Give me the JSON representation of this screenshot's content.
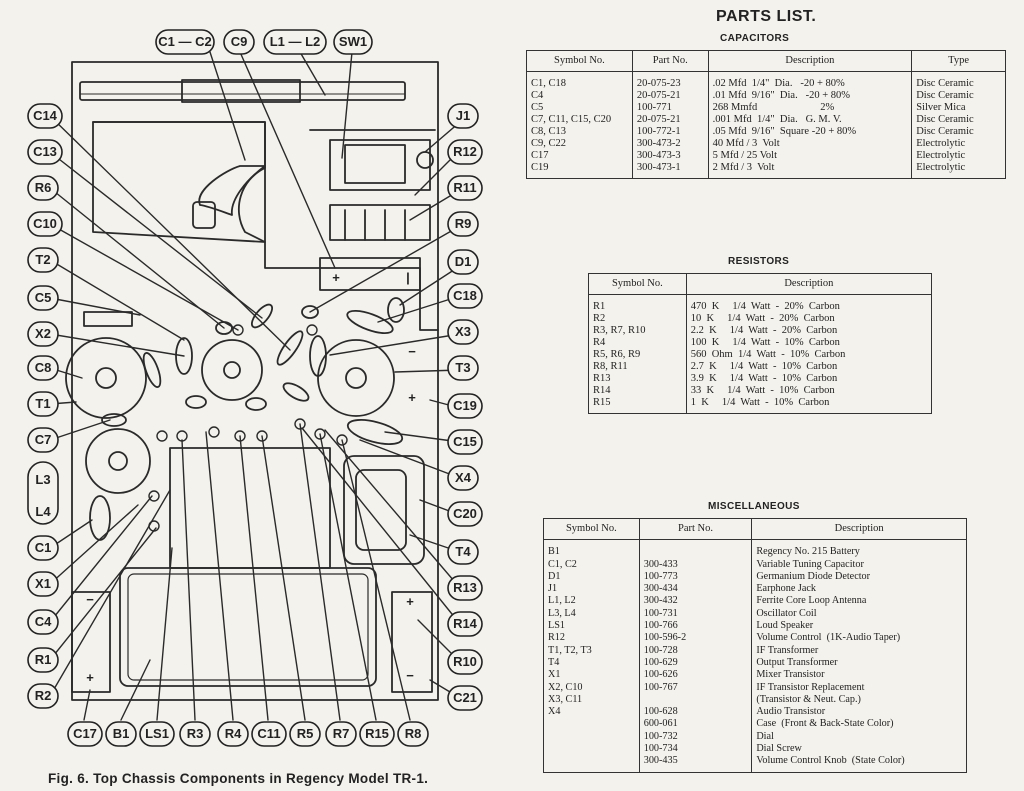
{
  "figure": {
    "caption": "Fig. 6. Top Chassis Components in Regency Model TR-1.",
    "callouts": {
      "c1c2": "C1 — C2",
      "c9": "C9",
      "l1l2": "L1 — L2",
      "sw1": "SW1",
      "j1": "J1",
      "r12": "R12",
      "r11": "R11",
      "r9": "R9",
      "d1": "D1",
      "c18": "C18",
      "x3": "X3",
      "t3": "T3",
      "c19": "C19",
      "c15": "C15",
      "x4": "X4",
      "c20": "C20",
      "t4": "T4",
      "r13": "R13",
      "r14": "R14",
      "r10": "R10",
      "c21": "C21",
      "c14": "C14",
      "c13": "C13",
      "r6": "R6",
      "c10": "C10",
      "t2": "T2",
      "c5": "C5",
      "x2": "X2",
      "c8": "C8",
      "t1": "T1",
      "c7": "C7",
      "l3": "L3",
      "l4": "L4",
      "c1": "C1",
      "x1": "X1",
      "c4": "C4",
      "r1": "R1",
      "r2": "R2",
      "c17": "C17",
      "b1": "B1",
      "ls1": "LS1",
      "r3": "R3",
      "r4": "R4",
      "c11": "C11",
      "r5": "R5",
      "r7": "R7",
      "r15": "R15",
      "r8": "R8"
    },
    "polarity_plus": "+",
    "polarity_minus": "−",
    "polarity_bar": "|"
  },
  "parts_list": {
    "title": "PARTS LIST.",
    "capacitors": {
      "title": "CAPACITORS",
      "headers": [
        "Symbol No.",
        "Part No.",
        "Description",
        "Type"
      ],
      "rows": [
        [
          "C1, C18",
          "20-075-23",
          ".02 Mfd  1/4\"  Dia.   -20 + 80%",
          "Disc Ceramic"
        ],
        [
          "C4",
          "20-075-21",
          ".01 Mfd  9/16\"  Dia.   -20 + 80%",
          "Disc Ceramic"
        ],
        [
          "C5",
          "100-771",
          "268 Mmfd                        2%",
          "Silver Mica"
        ],
        [
          "C7, C11, C15, C20",
          "20-075-21",
          ".001 Mfd  1/4\"  Dia.   G. M. V.",
          "Disc Ceramic"
        ],
        [
          "C8, C13",
          "100-772-1",
          ".05 Mfd  9/16\"  Square -20 + 80%",
          "Disc Ceramic"
        ],
        [
          "C9, C22",
          "300-473-2",
          "40 Mfd / 3  Volt",
          "Electrolytic"
        ],
        [
          "C17",
          "300-473-3",
          "5 Mfd / 25 Volt",
          "Electrolytic"
        ],
        [
          "C19",
          "300-473-1",
          "2 Mfd / 3  Volt",
          "Electrolytic"
        ]
      ]
    },
    "resistors": {
      "title": "RESISTORS",
      "headers": [
        "Symbol No.",
        "Description"
      ],
      "rows": [
        [
          "R1",
          "470  K     1/4  Watt  -  20%  Carbon"
        ],
        [
          "R2",
          "10  K     1/4  Watt  -  20%  Carbon"
        ],
        [
          "R3, R7, R10",
          "2.2  K     1/4  Watt  -  20%  Carbon"
        ],
        [
          "R4",
          "100  K     1/4  Watt  -  10%  Carbon"
        ],
        [
          "R5, R6, R9",
          "560  Ohm  1/4  Watt  -  10%  Carbon"
        ],
        [
          "R8, R11",
          "2.7  K     1/4  Watt  -  10%  Carbon"
        ],
        [
          "R13",
          "3.9  K     1/4  Watt  -  10%  Carbon"
        ],
        [
          "R14",
          "33  K     1/4  Watt  -  10%  Carbon"
        ],
        [
          "R15",
          "1  K     1/4  Watt  -  10%  Carbon"
        ]
      ]
    },
    "miscellaneous": {
      "title": "MISCELLANEOUS",
      "headers": [
        "Symbol No.",
        "Part No.",
        "Description"
      ],
      "rows": [
        [
          "B1",
          "",
          "Regency No. 215 Battery"
        ],
        [
          "C1, C2",
          "300-433",
          "Variable Tuning Capacitor"
        ],
        [
          "D1",
          "100-773",
          "Germanium Diode Detector"
        ],
        [
          "J1",
          "300-434",
          "Earphone Jack"
        ],
        [
          "L1, L2",
          "300-432",
          "Ferrite Core Loop Antenna"
        ],
        [
          "L3, L4",
          "100-731",
          "Oscillator Coil"
        ],
        [
          "LS1",
          "100-766",
          "Loud Speaker"
        ],
        [
          "R12",
          "100-596-2",
          "Volume Control  (1K-Audio Taper)"
        ],
        [
          "T1, T2, T3",
          "100-728",
          "IF Transformer"
        ],
        [
          "T4",
          "100-629",
          "Output Transformer"
        ],
        [
          "X1",
          "100-626",
          "Mixer Transistor"
        ],
        [
          "X2, C10",
          "100-767",
          "IF Transistor Replacement"
        ],
        [
          "X3, C11",
          "",
          "(Transistor & Neut. Cap.)"
        ],
        [
          "X4",
          "100-628",
          "Audio Transistor"
        ],
        [
          "",
          "600-061",
          "Case  (Front & Back-State Color)"
        ],
        [
          "",
          "100-732",
          "Dial"
        ],
        [
          "",
          "100-734",
          "Dial Screw"
        ],
        [
          "",
          "300-435",
          "Volume Control Knob  (State Color)"
        ]
      ]
    }
  }
}
